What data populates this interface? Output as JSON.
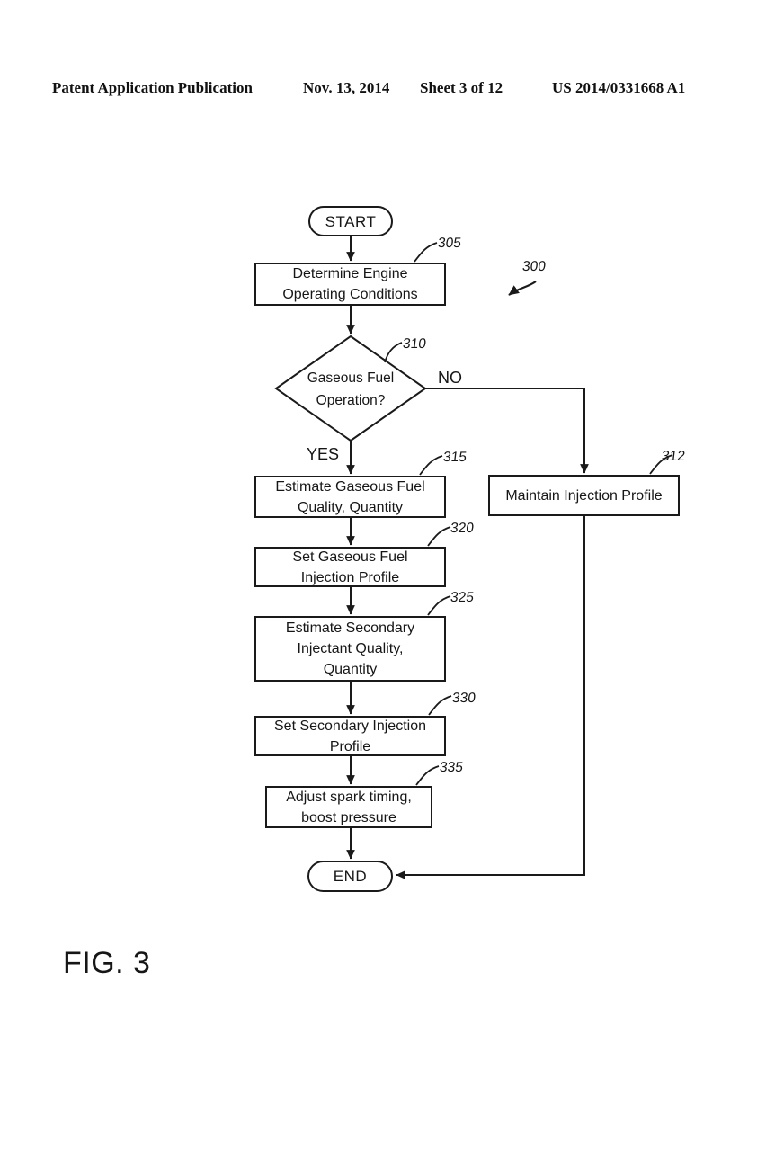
{
  "header": {
    "left": "Patent Application Publication",
    "date": "Nov. 13, 2014",
    "sheet": "Sheet 3 of 12",
    "publication_number": "US 2014/0331668 A1"
  },
  "figure": {
    "caption": "FIG. 3",
    "diagram_ref": "300"
  },
  "flowchart": {
    "start": {
      "label": "START"
    },
    "end": {
      "label": "END"
    },
    "decision": {
      "ref": "310",
      "label": "Gaseous Fuel\nOperation?",
      "no_label": "NO",
      "yes_label": "YES"
    },
    "steps": {
      "s305": {
        "ref": "305",
        "label": "Determine Engine\nOperating Conditions"
      },
      "s312": {
        "ref": "312",
        "label": "Maintain Injection Profile"
      },
      "s315": {
        "ref": "315",
        "label": "Estimate Gaseous Fuel\nQuality, Quantity"
      },
      "s320": {
        "ref": "320",
        "label": "Set Gaseous Fuel\nInjection Profile"
      },
      "s325": {
        "ref": "325",
        "label": "Estimate Secondary\nInjectant Quality,\nQuantity"
      },
      "s330": {
        "ref": "330",
        "label": "Set Secondary Injection\nProfile"
      },
      "s335": {
        "ref": "335",
        "label": "Adjust spark timing,\nboost pressure"
      }
    }
  },
  "colors": {
    "ink": "#1a1a1a",
    "background": "#ffffff"
  }
}
